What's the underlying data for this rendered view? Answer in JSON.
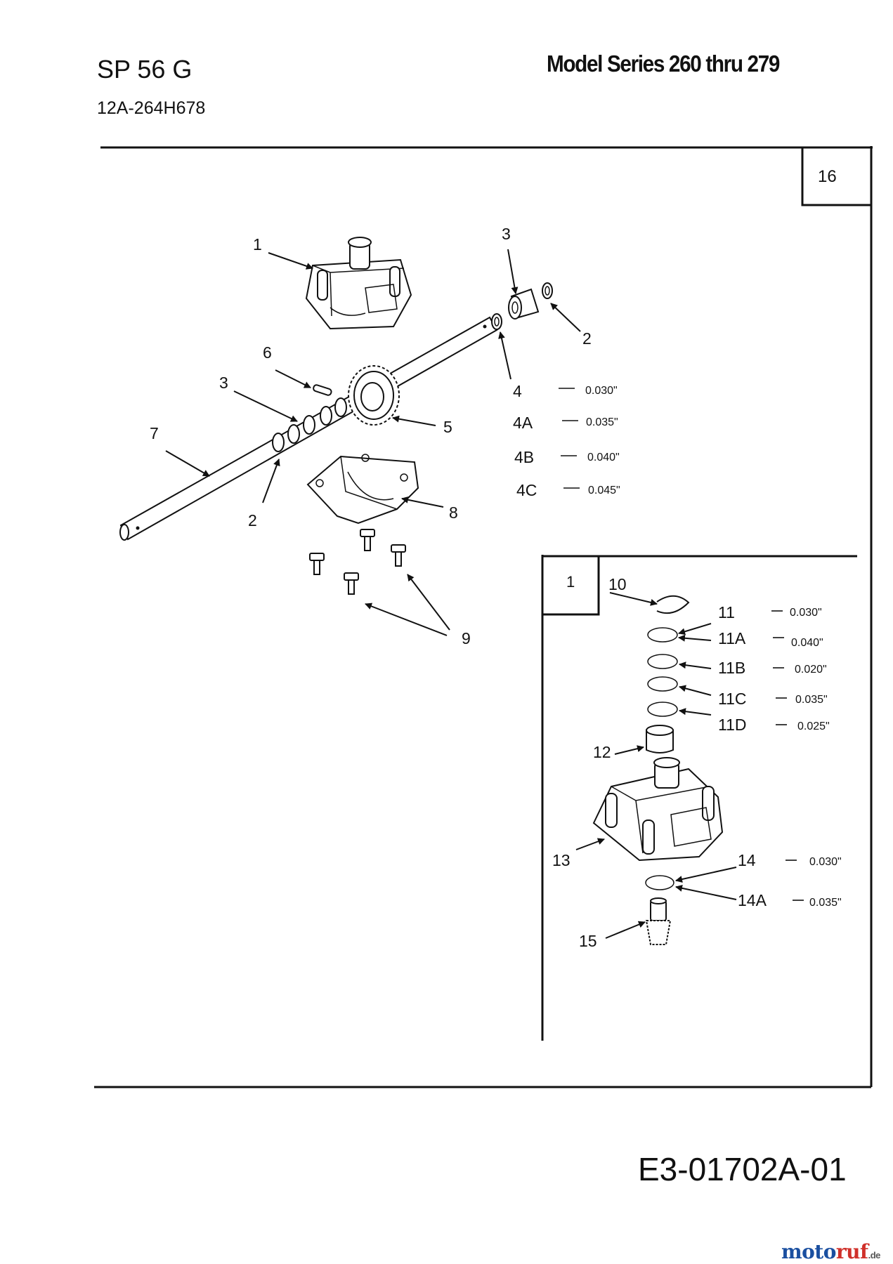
{
  "header": {
    "model": "SP 56 G",
    "part_number": "12A-264H678",
    "series": "Model Series 260 thru 279"
  },
  "page_number": "16",
  "inset_number": "1",
  "diagram_code": "E3-01702A-01",
  "watermark": {
    "part1": "moto",
    "part2": "ruf",
    "tld": ".de"
  },
  "callouts": [
    {
      "id": "c1",
      "text": "1"
    },
    {
      "id": "c3a",
      "text": "3"
    },
    {
      "id": "c2a",
      "text": "2"
    },
    {
      "id": "c6",
      "text": "6"
    },
    {
      "id": "c3b",
      "text": "3"
    },
    {
      "id": "c4",
      "text": "4"
    },
    {
      "id": "c4A",
      "text": "4A"
    },
    {
      "id": "c4B",
      "text": "4B"
    },
    {
      "id": "c4C",
      "text": "4C"
    },
    {
      "id": "c5",
      "text": "5"
    },
    {
      "id": "c7",
      "text": "7"
    },
    {
      "id": "c2b",
      "text": "2"
    },
    {
      "id": "c8",
      "text": "8"
    },
    {
      "id": "c9",
      "text": "9"
    },
    {
      "id": "c10",
      "text": "10"
    },
    {
      "id": "c11",
      "text": "11"
    },
    {
      "id": "c11A",
      "text": "11A"
    },
    {
      "id": "c11B",
      "text": "11B"
    },
    {
      "id": "c11C",
      "text": "11C"
    },
    {
      "id": "c11D",
      "text": "11D"
    },
    {
      "id": "c12",
      "text": "12"
    },
    {
      "id": "c13",
      "text": "13"
    },
    {
      "id": "c14",
      "text": "14"
    },
    {
      "id": "c14A",
      "text": "14A"
    },
    {
      "id": "c15",
      "text": "15"
    }
  ],
  "specs": [
    {
      "id": "s4",
      "text": "0.030\""
    },
    {
      "id": "s4A",
      "text": "0.035\""
    },
    {
      "id": "s4B",
      "text": "0.040\""
    },
    {
      "id": "s4C",
      "text": "0.045\""
    },
    {
      "id": "s11",
      "text": "0.030\""
    },
    {
      "id": "s11A",
      "text": "0.040\""
    },
    {
      "id": "s11B",
      "text": "0.020\""
    },
    {
      "id": "s11C",
      "text": "0.035\""
    },
    {
      "id": "s11D",
      "text": "0.025\""
    },
    {
      "id": "s14",
      "text": "0.030\""
    },
    {
      "id": "s14A",
      "text": "0.035\""
    }
  ]
}
